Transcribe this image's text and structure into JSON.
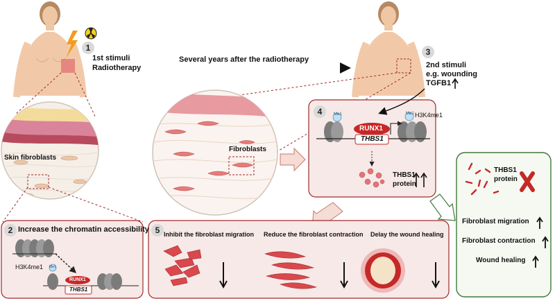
{
  "step1": {
    "number": "1",
    "line1": "1st stimuli",
    "line2": "Radiotherapy"
  },
  "timeline": {
    "label": "Several years after the radiotherapy"
  },
  "step3": {
    "number": "3",
    "line1": "2nd stimuli",
    "line2": "e.g. wounding",
    "line3": "TGFB1"
  },
  "skin_label": "Skin fibroblasts",
  "fibroblasts_label": "Fibroblasts",
  "step4": {
    "number": "4",
    "runx1": "RUNX1",
    "thbs1": "THBS1",
    "mark": "H3K4me1",
    "me": "Me1",
    "protein_line1": "THBS1",
    "protein_line2": "protein"
  },
  "step2": {
    "number": "2",
    "title": "Increase the chromatin accessibility",
    "mark": "H3K4me1",
    "me": "Me1",
    "runx1": "RUNX1",
    "thbs1": "THBS1"
  },
  "step5": {
    "number": "5",
    "col1": "Inhibit the fibroblast migration",
    "col2": "Reduce the fibroblast contraction",
    "col3": "Delay the wound healing"
  },
  "right_panel": {
    "protein_line1": "THBS1",
    "protein_line2": "protein",
    "item1": "Fibroblast migration",
    "item2": "Fibroblast contraction",
    "item3": "Wound healing"
  },
  "colors": {
    "accent_red": "#c62828",
    "panel_red_fill": "#f7e9e7",
    "panel_red_border": "#9e2a2a",
    "panel_green_border": "#3d7a3a",
    "panel_green_fill": "#f5f9f2",
    "skin": "#f2c9a8"
  }
}
